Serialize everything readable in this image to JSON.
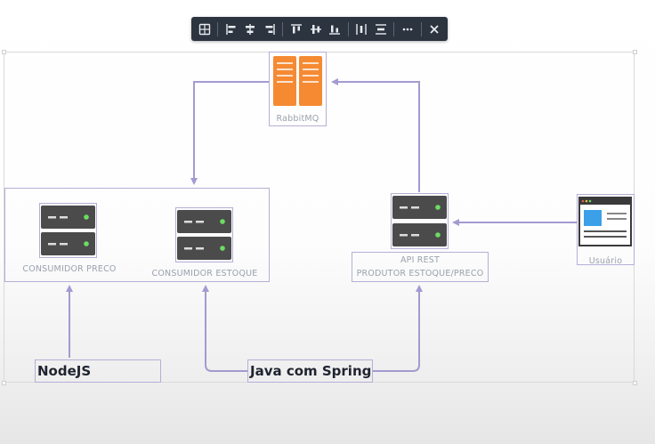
{
  "toolbar": {
    "icons": [
      "grid-icon",
      "align-left-icon",
      "align-center-icon",
      "align-right-icon",
      "align-top-icon",
      "align-middle-icon",
      "align-bottom-icon",
      "distribute-horizontal-icon",
      "distribute-vertical-icon",
      "more-icon",
      "close-icon"
    ]
  },
  "nodes": {
    "rabbitmq": {
      "label": "RabbitMQ",
      "color": "#f58a33"
    },
    "consumidor_preco": {
      "label": "CONSUMIDOR PRECO"
    },
    "consumidor_estoque": {
      "label": "CONSUMIDOR ESTOQUE"
    },
    "api_rest": {
      "label_line1": "API REST",
      "label_line2": "PRODUTOR ESTOQUE/PRECO"
    },
    "usuario": {
      "label": "Usuário",
      "accent": "#3ba0e8"
    }
  },
  "text_boxes": {
    "nodejs": "NodeJS",
    "java_spring": "Java com Spring"
  },
  "colors": {
    "connector": "#a39bd0",
    "server_body": "#4b4b4b",
    "server_led": "#6ddc62"
  }
}
